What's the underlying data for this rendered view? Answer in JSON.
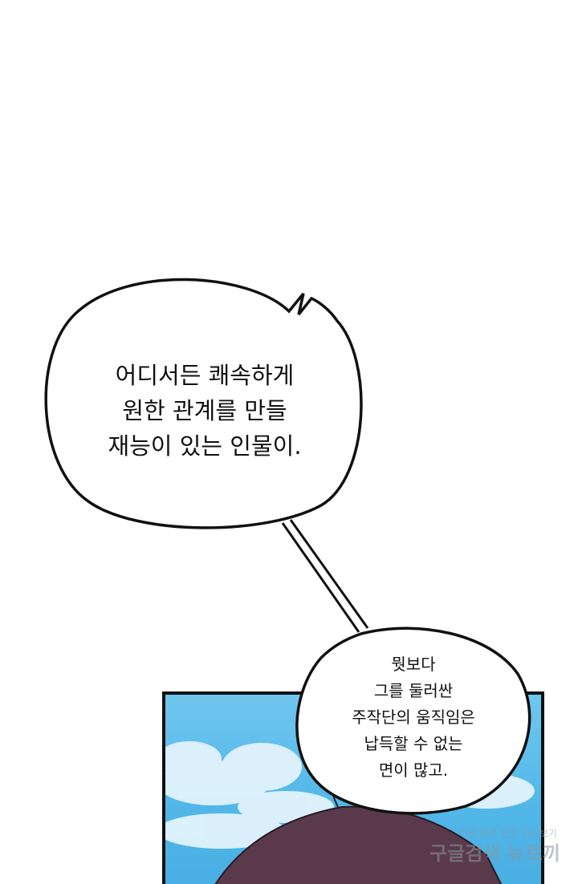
{
  "bubble_1": {
    "lines": [
      "어디서든 쾌속하게",
      "원한 관계를 만들",
      "재능이 있는 인물이."
    ]
  },
  "bubble_2": {
    "lines": [
      "뭣보다",
      "그를 둘러싼",
      "주작단의 움직임은",
      "납득할 수 없는",
      "면이 많고."
    ]
  },
  "watermark": {
    "line1": "가장 빠른 웹툰 미리보기",
    "line2": "구글검색 뉴토끼"
  },
  "colors": {
    "sky": "#52b7e8",
    "hair": "#5a3a4a",
    "outline": "#111111"
  }
}
